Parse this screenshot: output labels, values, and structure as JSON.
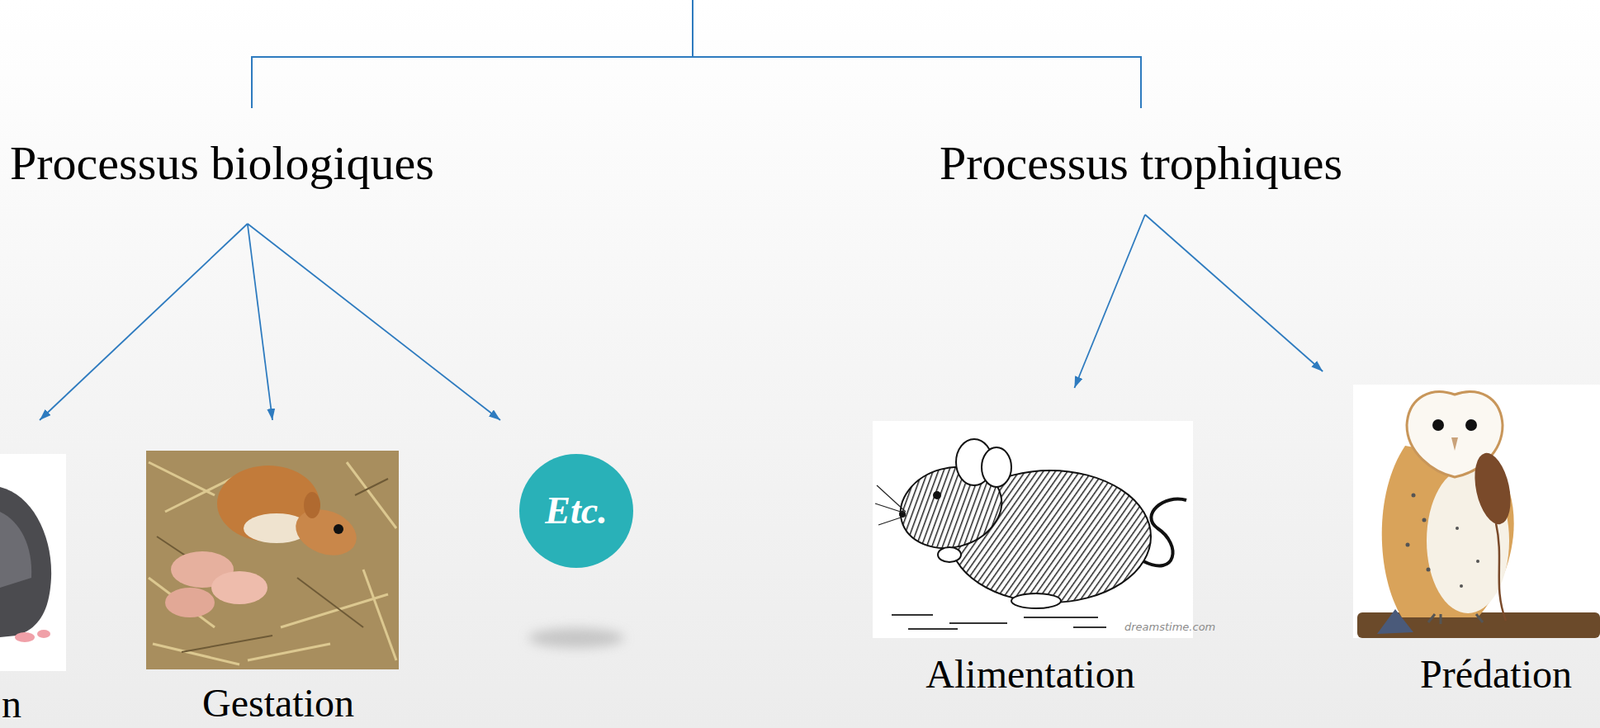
{
  "diagram": {
    "nodes": [
      {
        "text": [
          "Processus biologiques"
        ]
      },
      {
        "text": [
          "Processus trophiques"
        ]
      },
      {
        "text": [
          "n"
        ]
      },
      {
        "text": [
          "Gestation"
        ]
      },
      {
        "text": [
          "Etc."
        ]
      },
      {
        "text": [
          "Alimentation"
        ]
      },
      {
        "text": [
          "Prédation"
        ]
      }
    ],
    "edges": [
      {
        "from": 0,
        "to": 2,
        "arrow": "to"
      },
      {
        "from": 0,
        "to": 3,
        "arrow": "to"
      },
      {
        "from": 0,
        "to": 4,
        "arrow": "to"
      },
      {
        "from": 1,
        "to": 5,
        "arrow": "to"
      },
      {
        "from": 1,
        "to": 6,
        "arrow": "to"
      }
    ],
    "labels": [
      "dreamstime.com"
    ]
  }
}
